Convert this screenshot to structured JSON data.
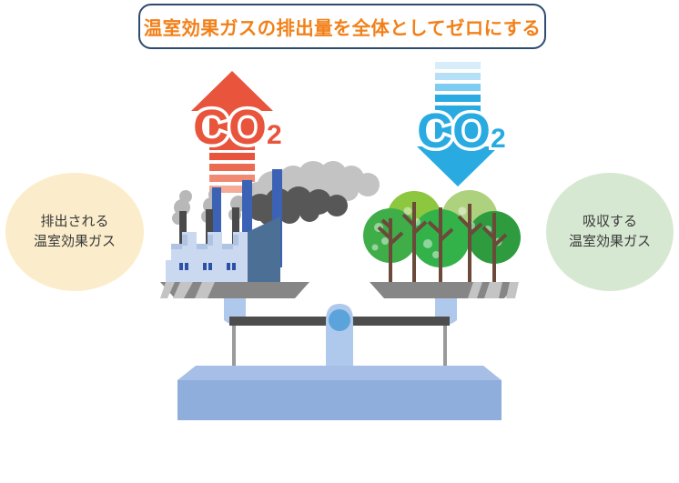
{
  "title": {
    "text": "温室効果ガスの排出量を全体としてゼロにする",
    "text_color": "#F28019",
    "border_color": "#2E4B6E"
  },
  "left_label": {
    "line1": "排出される",
    "line2": "温室効果ガス",
    "circle_color": "#FBEDCB"
  },
  "right_label": {
    "line1": "吸収する",
    "line2": "温室効果ガス",
    "circle_color": "#D7E8D2"
  },
  "emission_arrow": {
    "label_main": "CO",
    "label_sub": "2",
    "direction": "up",
    "color": "#E8543C",
    "stripe_colors": [
      "#E8543C",
      "#EC6A4F",
      "#F08A72",
      "#F5AB98"
    ]
  },
  "absorption_arrow": {
    "label_main": "CO",
    "label_sub": "2",
    "direction": "down",
    "color": "#29ABE2",
    "stripe_colors": [
      "#D7EDFA",
      "#B6E0F7",
      "#7DCCF2",
      "#29ABE2"
    ]
  },
  "scale": {
    "base_color": "#8FAEDC",
    "base_top_color": "#A7BFE6",
    "beam_color": "#4D4D4D",
    "pivot_color": "#5BA3DB",
    "hanger_color": "#AFC9EC",
    "pan_color": "#868686",
    "pan_stripe_color": "#C4C4C4",
    "rod_color": "#9A9A9A"
  },
  "factory": {
    "building_light": "#CBD9F0",
    "building_dark": "#4C6F96",
    "roof_color": "#B7C9E7",
    "stack_blue": "#3C62B5",
    "stack_gray": "#4A4A4A",
    "window_color": "#2C52A8",
    "smoke_light": "#C0C0C0",
    "smoke_dark": "#4F4F4F"
  },
  "forest": {
    "trunk_color": "#6B4A3A",
    "foliage_colors": [
      "#3FAE49",
      "#8DC63F",
      "#34B24A",
      "#AED17E",
      "#2E9B3F"
    ],
    "tree_count": 5
  }
}
